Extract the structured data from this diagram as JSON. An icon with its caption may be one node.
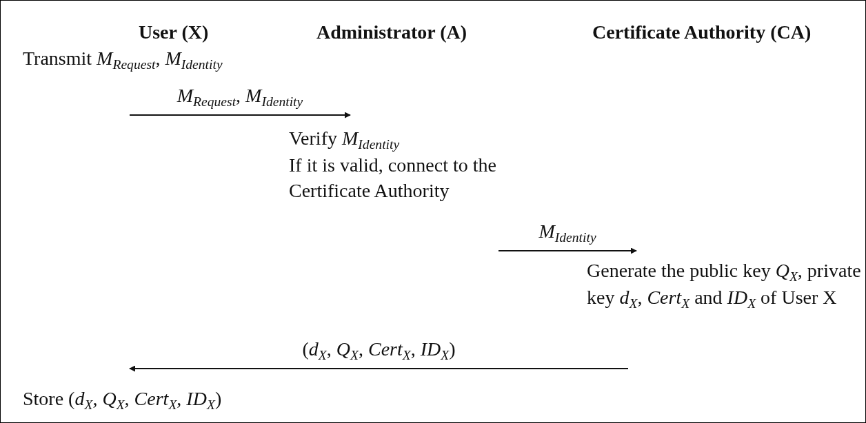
{
  "diagram": {
    "nodes": [
      {
        "text": [
          "Transmit *M*$_{Request}$, *M*$_{Identity}$"
        ]
      },
      {
        "text": [
          "Verify *M*$_{Identity}$",
          "If it is valid, connect to the Certificate Authority"
        ]
      },
      {
        "text": [
          "Generate the public key *Q*$_{X}$, private key *d*$_{X}$, *Cert*$_{X}$ and *ID*$_{X}$ of User X"
        ]
      },
      {
        "text": [
          "Store (*d*$_{X}$, *Q*$_{X}$, *Cert*$_{X}$, *ID*$_{X}$)"
        ]
      }
    ],
    "edges": [
      {
        "from": 0,
        "to": 1,
        "arrow": "to",
        "label": "*M*$_{Request}$, *M*$_{Identity}$"
      },
      {
        "from": 1,
        "to": 2,
        "arrow": "to",
        "label": "*M*$_{Identity}$"
      },
      {
        "from": 2,
        "to": 3,
        "arrow": "to",
        "label": "(*d*$_{X}$, *Q*$_{X}$, *Cert*$_{X}$, *ID*$_{X}$)"
      }
    ],
    "labels": [
      "User (X)",
      "Administrator (A)",
      "Certificate Authority (CA)"
    ]
  }
}
